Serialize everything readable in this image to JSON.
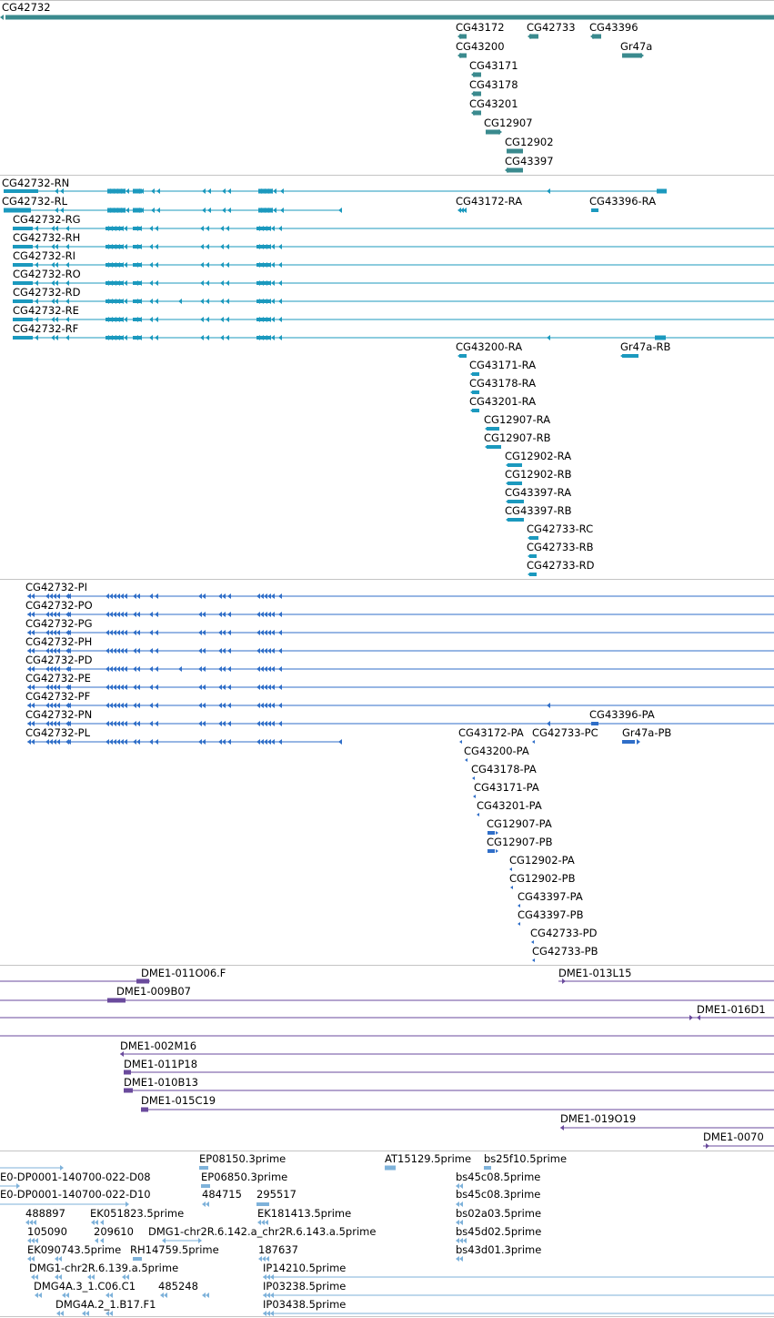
{
  "tracks": {
    "gene": {
      "color": "#3a8a8e",
      "items": [
        {
          "label": "CG42732"
        },
        {
          "label": "CG43172"
        },
        {
          "label": "CG42733"
        },
        {
          "label": "CG43396"
        },
        {
          "label": "CG43200"
        },
        {
          "label": "Gr47a"
        },
        {
          "label": "CG43171"
        },
        {
          "label": "CG43178"
        },
        {
          "label": "CG43201"
        },
        {
          "label": "CG12907"
        },
        {
          "label": "CG12902"
        },
        {
          "label": "CG43397"
        }
      ]
    },
    "transcript_rna": {
      "color": "#1b99be",
      "items": [
        {
          "label": "CG42732-RN"
        },
        {
          "label": "CG42732-RL"
        },
        {
          "label": "CG43172-RA"
        },
        {
          "label": "CG43396-RA"
        },
        {
          "label": "CG42732-RG"
        },
        {
          "label": "CG42732-RH"
        },
        {
          "label": "CG42732-RI"
        },
        {
          "label": "CG42732-RO"
        },
        {
          "label": "CG42732-RD"
        },
        {
          "label": "CG42732-RE"
        },
        {
          "label": "CG42732-RF"
        },
        {
          "label": "CG43200-RA"
        },
        {
          "label": "Gr47a-RB"
        },
        {
          "label": "CG43171-RA"
        },
        {
          "label": "CG43178-RA"
        },
        {
          "label": "CG43201-RA"
        },
        {
          "label": "CG12907-RA"
        },
        {
          "label": "CG12907-RB"
        },
        {
          "label": "CG12902-RA"
        },
        {
          "label": "CG12902-RB"
        },
        {
          "label": "CG43397-RA"
        },
        {
          "label": "CG43397-RB"
        },
        {
          "label": "CG42733-RC"
        },
        {
          "label": "CG42733-RB"
        },
        {
          "label": "CG42733-RD"
        }
      ]
    },
    "transcript_protein": {
      "color": "#2f6ec8",
      "items": [
        {
          "label": "CG42732-PI"
        },
        {
          "label": "CG42732-PO"
        },
        {
          "label": "CG42732-PG"
        },
        {
          "label": "CG42732-PH"
        },
        {
          "label": "CG42732-PD"
        },
        {
          "label": "CG42732-PE"
        },
        {
          "label": "CG42732-PF"
        },
        {
          "label": "CG42732-PN"
        },
        {
          "label": "CG43396-PA"
        },
        {
          "label": "CG42732-PL"
        },
        {
          "label": "CG43172-PA"
        },
        {
          "label": "CG42733-PC"
        },
        {
          "label": "Gr47a-PB"
        },
        {
          "label": "CG43200-PA"
        },
        {
          "label": "CG43178-PA"
        },
        {
          "label": "CG43171-PA"
        },
        {
          "label": "CG43201-PA"
        },
        {
          "label": "CG12907-PA"
        },
        {
          "label": "CG12907-PB"
        },
        {
          "label": "CG12902-PA"
        },
        {
          "label": "CG12902-PB"
        },
        {
          "label": "CG43397-PA"
        },
        {
          "label": "CG43397-PB"
        },
        {
          "label": "CG42733-PD"
        },
        {
          "label": "CG42733-PB"
        }
      ]
    },
    "bac": {
      "color": "#6a4a9c",
      "items": [
        {
          "label": "DME1-011O06.F"
        },
        {
          "label": "DME1-013L15"
        },
        {
          "label": "DME1-009B07"
        },
        {
          "label": "DME1-016D1"
        },
        {
          "label": "DME1-002M16"
        },
        {
          "label": "DME1-011P18"
        },
        {
          "label": "DME1-010B13"
        },
        {
          "label": "DME1-015C19"
        },
        {
          "label": "DME1-019O19"
        },
        {
          "label": "DME1-0070"
        }
      ]
    },
    "est": {
      "color": "#7eb2da",
      "items": [
        {
          "label": "EP08150.3prime"
        },
        {
          "label": "AT15129.5prime"
        },
        {
          "label": "bs25f10.5prime"
        },
        {
          "label": "E0-DP0001-140700-022-D08"
        },
        {
          "label": "EP06850.3prime"
        },
        {
          "label": "bs45c08.5prime"
        },
        {
          "label": "E0-DP0001-140700-022-D10"
        },
        {
          "label": "484715"
        },
        {
          "label": "295517"
        },
        {
          "label": "bs45c08.3prime"
        },
        {
          "label": "488897"
        },
        {
          "label": "EK051823.5prime"
        },
        {
          "label": "EK181413.5prime"
        },
        {
          "label": "bs02a03.5prime"
        },
        {
          "label": "105090"
        },
        {
          "label": "209610"
        },
        {
          "label": "DMG1-chr2R.6.142.a_chr2R.6.143.a.5prime"
        },
        {
          "label": "bs45d02.5prime"
        },
        {
          "label": "EK090743.5prime"
        },
        {
          "label": "RH14759.5prime"
        },
        {
          "label": "187637"
        },
        {
          "label": "bs43d01.3prime"
        },
        {
          "label": "DMG1-chr2R.6.139.a.5prime"
        },
        {
          "label": "IP14210.5prime"
        },
        {
          "label": "DMG4A.3_1.C06.C1"
        },
        {
          "label": "485248"
        },
        {
          "label": "IP03238.5prime"
        },
        {
          "label": "DMG4A.2_1.B17.F1"
        },
        {
          "label": "IP03438.5prime"
        }
      ]
    }
  }
}
